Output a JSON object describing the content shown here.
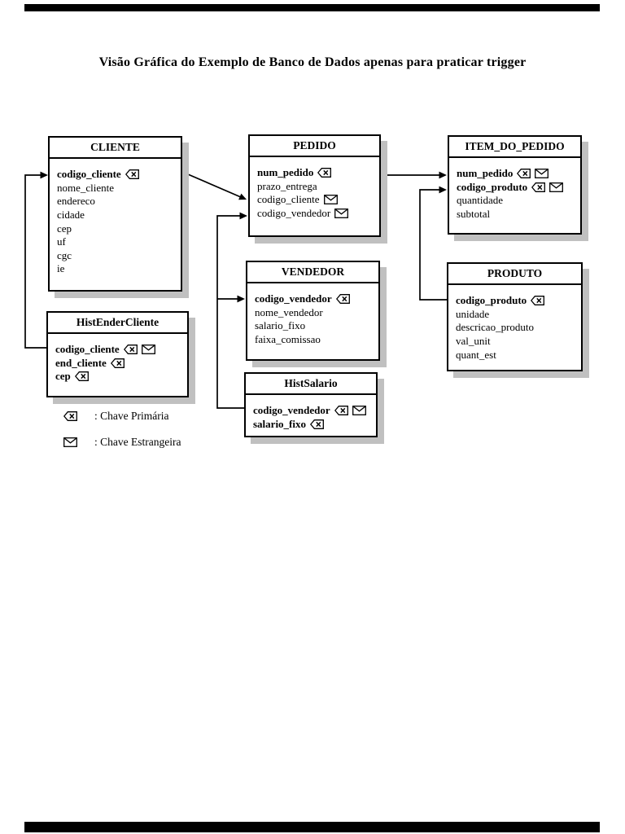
{
  "page": {
    "title": "Visão Gráfica do Exemplo de Banco de Dados apenas para praticar trigger"
  },
  "colors": {
    "background": "#ffffff",
    "text": "#000000",
    "line": "#000000",
    "box_border": "#000000",
    "box_shadow": "#c0c0c0",
    "page_bar": "#000000"
  },
  "tables": [
    {
      "id": "cliente",
      "name": "CLIENTE",
      "fields": [
        {
          "name": "codigo_cliente",
          "bold": true,
          "keys": [
            "pk"
          ]
        },
        {
          "name": "nome_cliente"
        },
        {
          "name": "endereco"
        },
        {
          "name": "cidade"
        },
        {
          "name": "cep"
        },
        {
          "name": "uf"
        },
        {
          "name": "cgc"
        },
        {
          "name": "ie"
        }
      ]
    },
    {
      "id": "pedido",
      "name": "PEDIDO",
      "fields": [
        {
          "name": "num_pedido",
          "bold": true,
          "keys": [
            "pk"
          ]
        },
        {
          "name": "prazo_entrega"
        },
        {
          "name": "codigo_cliente",
          "keys": [
            "fk"
          ]
        },
        {
          "name": "codigo_vendedor",
          "keys": [
            "fk"
          ]
        }
      ]
    },
    {
      "id": "item",
      "name": "ITEM_DO_PEDIDO",
      "fields": [
        {
          "name": "num_pedido",
          "bold": true,
          "keys": [
            "pk",
            "fk"
          ]
        },
        {
          "name": "codigo_produto",
          "bold": true,
          "keys": [
            "pk",
            "fk"
          ]
        },
        {
          "name": "quantidade"
        },
        {
          "name": "subtotal"
        }
      ]
    },
    {
      "id": "histender",
      "name": "HistEnderCliente",
      "fields": [
        {
          "name": "codigo_cliente",
          "bold": true,
          "keys": [
            "pk",
            "fk"
          ]
        },
        {
          "name": "end_cliente",
          "bold": true,
          "keys": [
            "pk"
          ]
        },
        {
          "name": "cep",
          "bold": true,
          "keys": [
            "pk"
          ]
        }
      ]
    },
    {
      "id": "vendedor",
      "name": "VENDEDOR",
      "fields": [
        {
          "name": "codigo_vendedor",
          "bold": true,
          "keys": [
            "pk"
          ]
        },
        {
          "name": "nome_vendedor"
        },
        {
          "name": "salario_fixo"
        },
        {
          "name": "faixa_comissao"
        }
      ]
    },
    {
      "id": "histsal",
      "name": "HistSalario",
      "fields": [
        {
          "name": "codigo_vendedor",
          "bold": true,
          "keys": [
            "pk",
            "fk"
          ]
        },
        {
          "name": "salario_fixo",
          "bold": true,
          "keys": [
            "pk"
          ]
        }
      ]
    },
    {
      "id": "produto",
      "name": "PRODUTO",
      "fields": [
        {
          "name": "codigo_produto",
          "bold": true,
          "keys": [
            "pk"
          ]
        },
        {
          "name": "unidade"
        },
        {
          "name": "descricao_produto"
        },
        {
          "name": "val_unit"
        },
        {
          "name": "quant_est"
        }
      ]
    }
  ],
  "relations": [
    {
      "between": "HistEnderCliente.codigo_cliente — CLIENTE.codigo_cliente",
      "arrow_to": "CLIENTE.codigo_cliente"
    },
    {
      "between": "CLIENTE — PEDIDO.codigo_cliente",
      "arrow_to": "PEDIDO.codigo_cliente"
    },
    {
      "between": "PEDIDO.num_pedido — ITEM_DO_PEDIDO.num_pedido",
      "arrow_to": "ITEM_DO_PEDIDO.num_pedido"
    },
    {
      "between": "PRODUTO.codigo_produto — ITEM_DO_PEDIDO.codigo_produto",
      "arrow_to": "ITEM_DO_PEDIDO.codigo_produto"
    },
    {
      "between": "vendedor-trunk — PEDIDO.codigo_vendedor",
      "arrow_to": "PEDIDO.codigo_vendedor"
    },
    {
      "between": "vendedor-trunk — VENDEDOR.codigo_vendedor",
      "arrow_to": "VENDEDOR.codigo_vendedor"
    },
    {
      "between": "vendedor-trunk — HistSalario.codigo_vendedor",
      "arrow_to": null
    }
  ],
  "legend": {
    "items": [
      {
        "icon": "primary-key-icon",
        "label": ": Chave Primária"
      },
      {
        "icon": "foreign-key-icon",
        "label": ": Chave Estrangeira"
      }
    ]
  }
}
